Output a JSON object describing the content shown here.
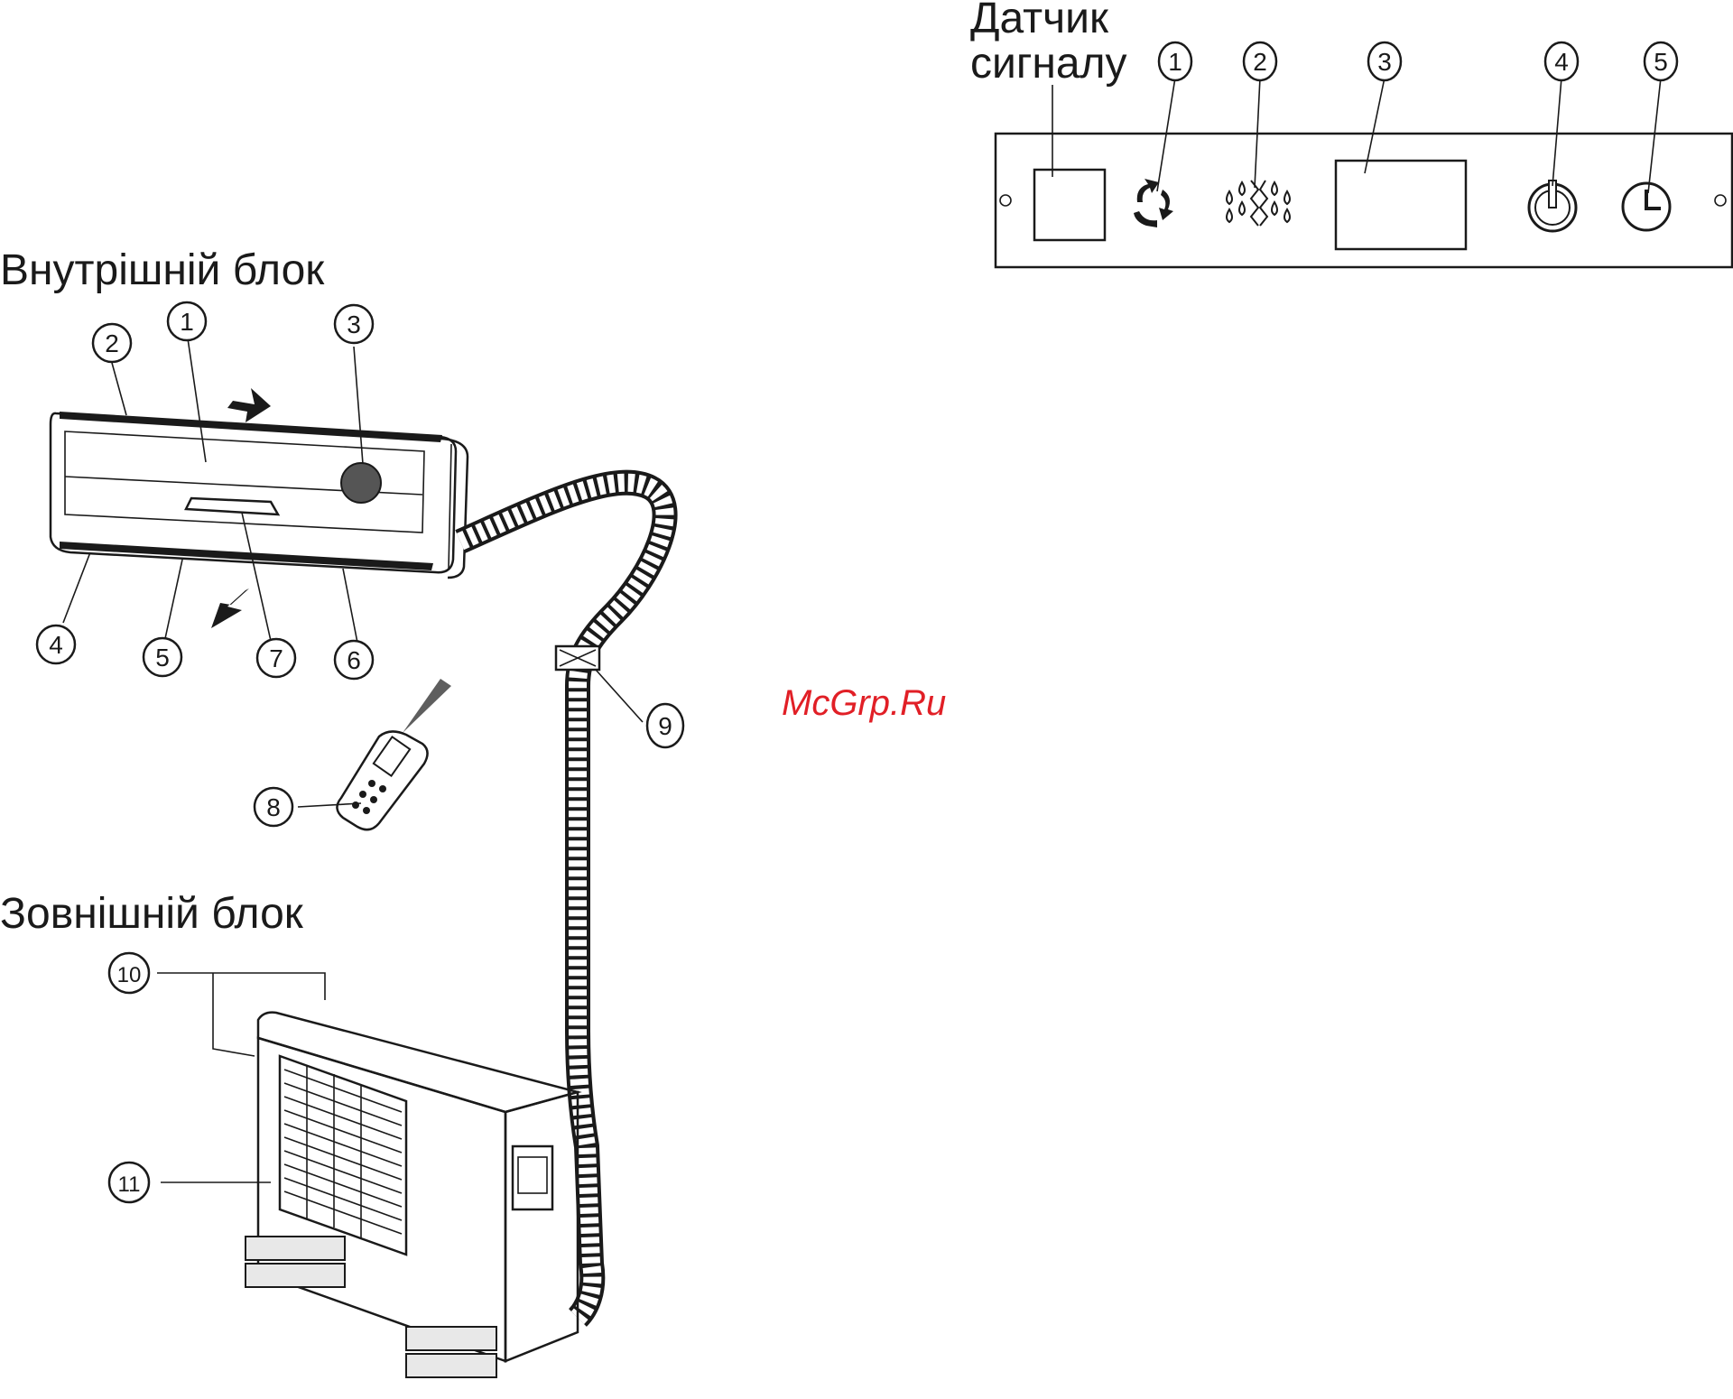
{
  "labels": {
    "indoor_unit": "Внутрішній блок",
    "outdoor_unit": "Зовнішній блок",
    "signal_sensor_line1": "Датчик",
    "signal_sensor_line2": "сигналу",
    "watermark": "McGrp.Ru"
  },
  "callouts": {
    "indoor": [
      "1",
      "2",
      "3",
      "4",
      "5",
      "6",
      "7"
    ],
    "remote": "8",
    "pipe": "9",
    "outdoor": [
      "10",
      "11"
    ],
    "panel": [
      "1",
      "2",
      "3",
      "4",
      "5"
    ]
  },
  "panel_icons": [
    "recycle-icon",
    "drops-icon",
    "display-window",
    "power-icon",
    "clock-icon"
  ]
}
